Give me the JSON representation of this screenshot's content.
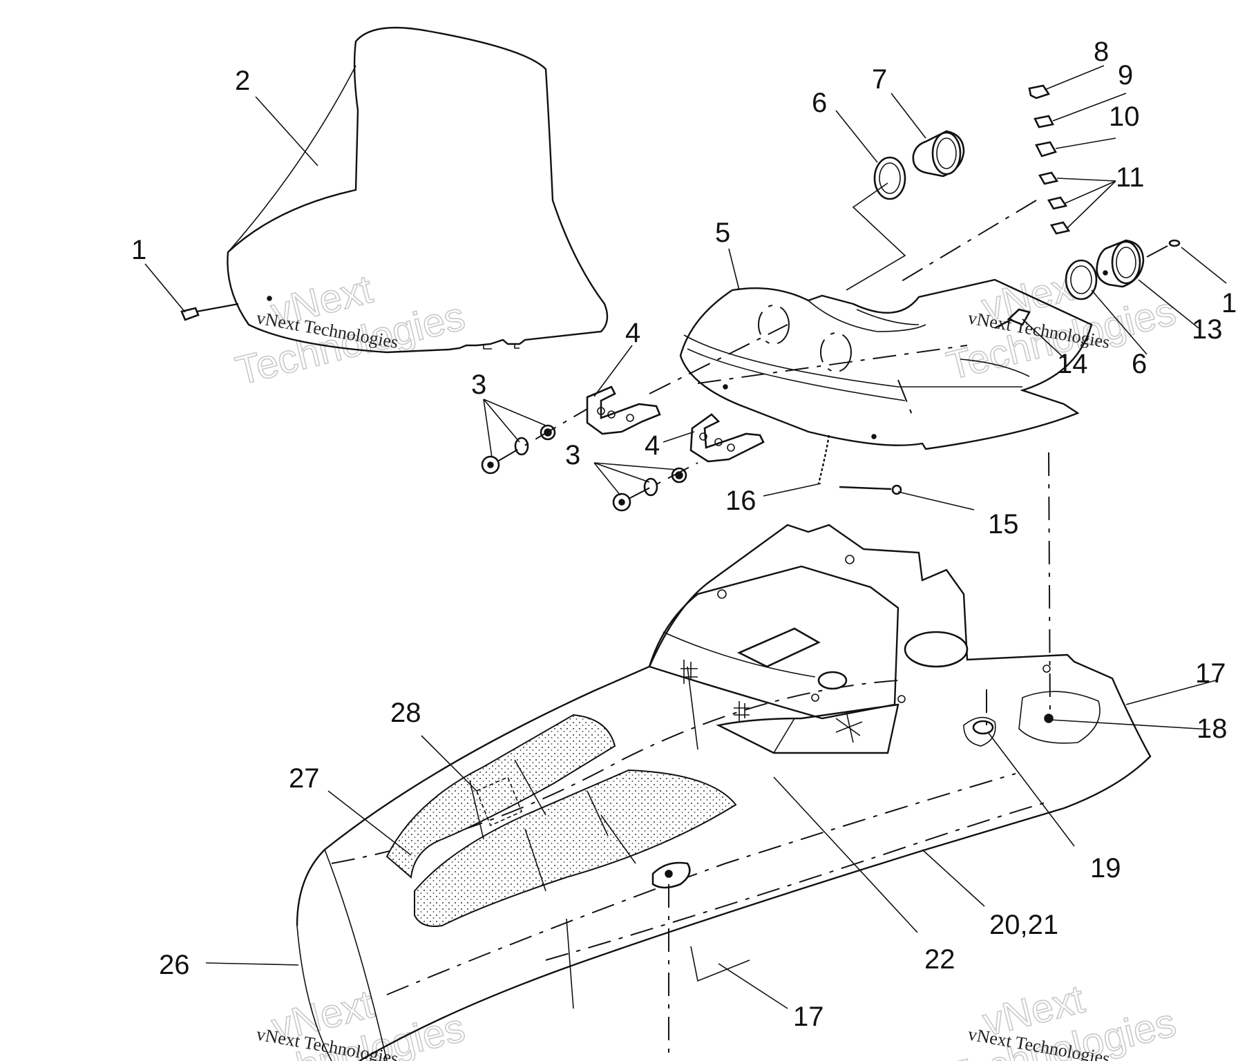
{
  "labels": {
    "l1": "1",
    "l2": "2",
    "l3a": "3",
    "l3b": "3",
    "l4a": "4",
    "l4b": "4",
    "l5": "5",
    "l6a": "6",
    "l6b": "6",
    "l7": "7",
    "l8": "8",
    "l9": "9",
    "l10": "10",
    "l11": "11",
    "l12": "1",
    "l13": "13",
    "l14": "14",
    "l15": "15",
    "l16": "16",
    "l17a": "17",
    "l17b": "17",
    "l18": "18",
    "l19": "19",
    "l20": "20,21",
    "l22": "22",
    "l26": "26",
    "l27": "27",
    "l28": "28"
  },
  "watermark": {
    "brand_top": "vNext",
    "brand_bottom": "Technologies",
    "caption": "vNext Technologies"
  }
}
